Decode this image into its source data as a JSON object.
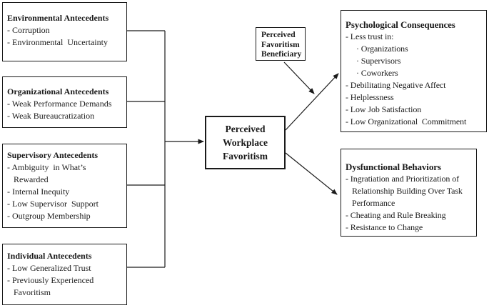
{
  "diagram": {
    "colors": {
      "background": "#ffffff",
      "border": "#1a1a1a",
      "text": "#1a1a1a",
      "connector": "#1a1a1a"
    },
    "boxes": {
      "environmental": {
        "title": "Environmental Antecedents",
        "lines": [
          {
            "text": "- Corruption",
            "indent": 0
          },
          {
            "text": "- Environmental  Uncertainty",
            "indent": 0
          }
        ]
      },
      "organizational": {
        "title": "Organizational Antecedents",
        "lines": [
          {
            "text": "- Weak Performance Demands",
            "indent": 0
          },
          {
            "text": "- Weak Bureaucratization",
            "indent": 0
          }
        ]
      },
      "supervisory": {
        "title": "Supervisory Antecedents",
        "lines": [
          {
            "text": "- Ambiguity  in What’s",
            "indent": 0
          },
          {
            "text": "Rewarded",
            "indent": 1
          },
          {
            "text": "- Internal Inequity",
            "indent": 0
          },
          {
            "text": "- Low Supervisor  Support",
            "indent": 0
          },
          {
            "text": "- Outgroup Membership",
            "indent": 0
          }
        ]
      },
      "individual": {
        "title": "Individual Antecedents",
        "lines": [
          {
            "text": "- Low Generalized Trust",
            "indent": 0
          },
          {
            "text": "- Previously Experienced",
            "indent": 0
          },
          {
            "text": "Favoritism",
            "indent": 1
          }
        ]
      },
      "central": {
        "lines": [
          "Perceived",
          "Workplace",
          "Favoritism"
        ]
      },
      "beneficiary": {
        "lines": [
          "Perceived",
          "Favoritism",
          "Beneficiary"
        ]
      },
      "psychological": {
        "title": "Psychological Consequences",
        "lines": [
          {
            "text": "- Less trust in:",
            "indent": 0
          },
          {
            "text": "· Organizations",
            "indent": 2
          },
          {
            "text": "· Supervisors",
            "indent": 2
          },
          {
            "text": "· Coworkers",
            "indent": 2
          },
          {
            "text": "- Debilitating Negative Affect",
            "indent": 0
          },
          {
            "text": "- Helplessness",
            "indent": 0
          },
          {
            "text": "- Low Job Satisfaction",
            "indent": 0
          },
          {
            "text": "- Low Organizational  Commitment",
            "indent": 0
          }
        ]
      },
      "dysfunctional": {
        "title": "Dysfunctional Behaviors",
        "lines": [
          {
            "text": "- Ingratiation and Prioritization of",
            "indent": 0
          },
          {
            "text": "Relationship Building Over Task",
            "indent": 1
          },
          {
            "text": "Performance",
            "indent": 1
          },
          {
            "text": "- Cheating and Rule Breaking",
            "indent": 0
          },
          {
            "text": "- Resistance to Change",
            "indent": 0
          }
        ]
      }
    }
  }
}
